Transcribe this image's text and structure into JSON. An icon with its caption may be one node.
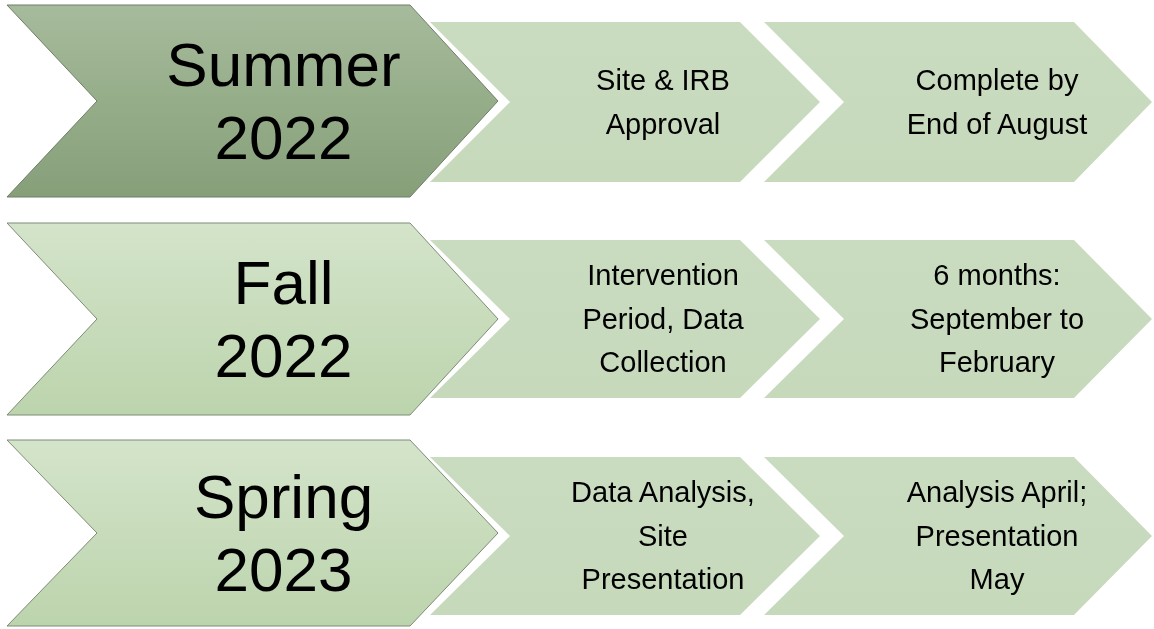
{
  "diagram": {
    "nodes": [
      {
        "text": [
          "Summer 2022"
        ]
      },
      {
        "text": [
          "Site & IRB Approval"
        ]
      },
      {
        "text": [
          "Complete by End of August"
        ]
      },
      {
        "text": [
          "Fall 2022"
        ]
      },
      {
        "text": [
          "Intervention Period, Data Collection"
        ]
      },
      {
        "text": [
          "6 months: September to February"
        ]
      },
      {
        "text": [
          "Spring 2023"
        ]
      },
      {
        "text": [
          "Data Analysis, Site Presentation"
        ]
      },
      {
        "text": [
          "Analysis April; Presentation May"
        ]
      }
    ]
  }
}
